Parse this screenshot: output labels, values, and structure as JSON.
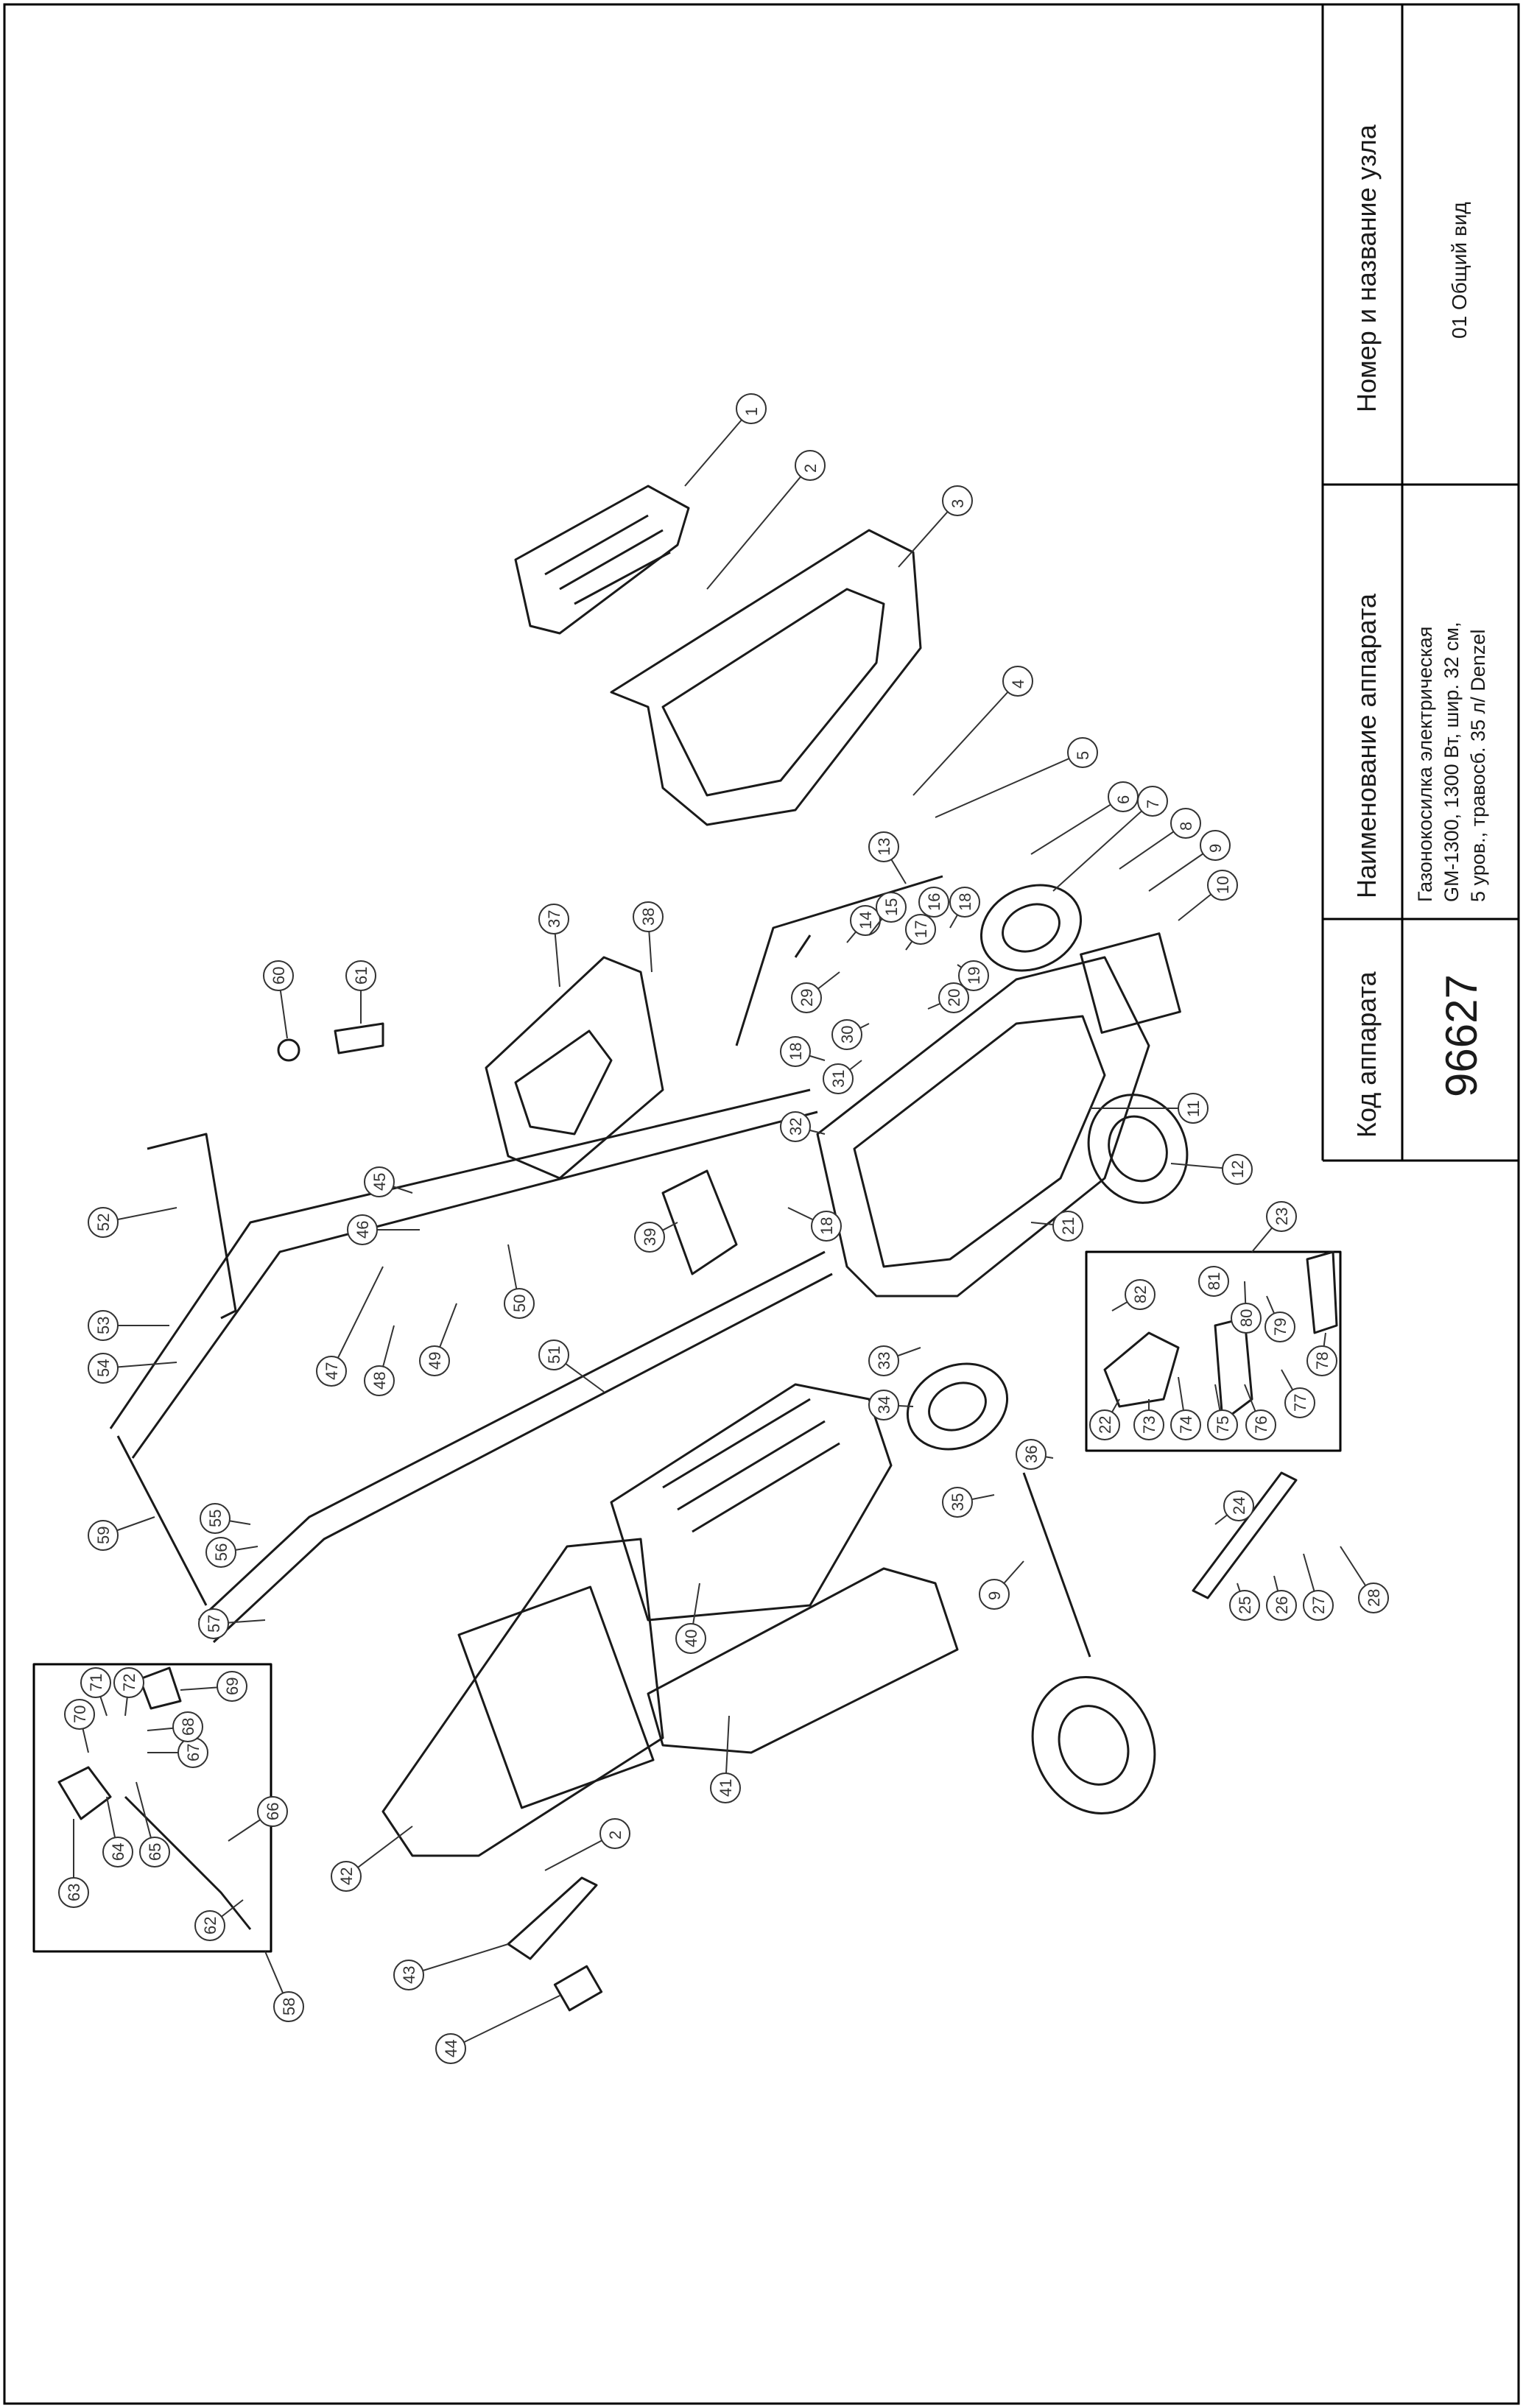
{
  "title_block": {
    "col1_header": "Код аппарата",
    "col1_value": "96627",
    "col2_header": "Наименование аппарата",
    "col2_value_lines": [
      "Газонокосилка электрическая",
      "GM-1300, 1300 Вт, шир. 32 см,",
      "5 уров., травосб. 35 л/ Denzel"
    ],
    "col3_header": "Номер и название узла",
    "col3_value": "01 Общий вид"
  },
  "callouts": [
    "1",
    "2",
    "3",
    "4",
    "5",
    "6",
    "7",
    "8",
    "9",
    "10",
    "11",
    "12",
    "13",
    "14",
    "15",
    "16",
    "17",
    "18",
    "18",
    "18",
    "19",
    "20",
    "21",
    "22",
    "23",
    "24",
    "25",
    "26",
    "27",
    "28",
    "29",
    "30",
    "31",
    "32",
    "33",
    "34",
    "35",
    "36",
    "37",
    "38",
    "39",
    "40",
    "41",
    "42",
    "43",
    "44",
    "45",
    "46",
    "47",
    "48",
    "49",
    "50",
    "51",
    "52",
    "53",
    "54",
    "55",
    "56",
    "57",
    "58",
    "59",
    "60",
    "61",
    "62",
    "63",
    "64",
    "65",
    "66",
    "67",
    "68",
    "69",
    "70",
    "71",
    "72",
    "73",
    "74",
    "75",
    "76",
    "77",
    "78",
    "79",
    "80",
    "81",
    "82",
    "2",
    "9"
  ],
  "part_icons": [
    "grass-bag-top-icon",
    "mower-cover-icon",
    "bag-frame-icon",
    "wheel-icon",
    "motor-icon",
    "blade-icon",
    "handle-icon",
    "rear-flap-icon",
    "grass-catcher-icon",
    "switch-box-icon"
  ],
  "colors": {
    "line": "#1a1a1a",
    "frame": "#000000",
    "background": "#ffffff"
  }
}
